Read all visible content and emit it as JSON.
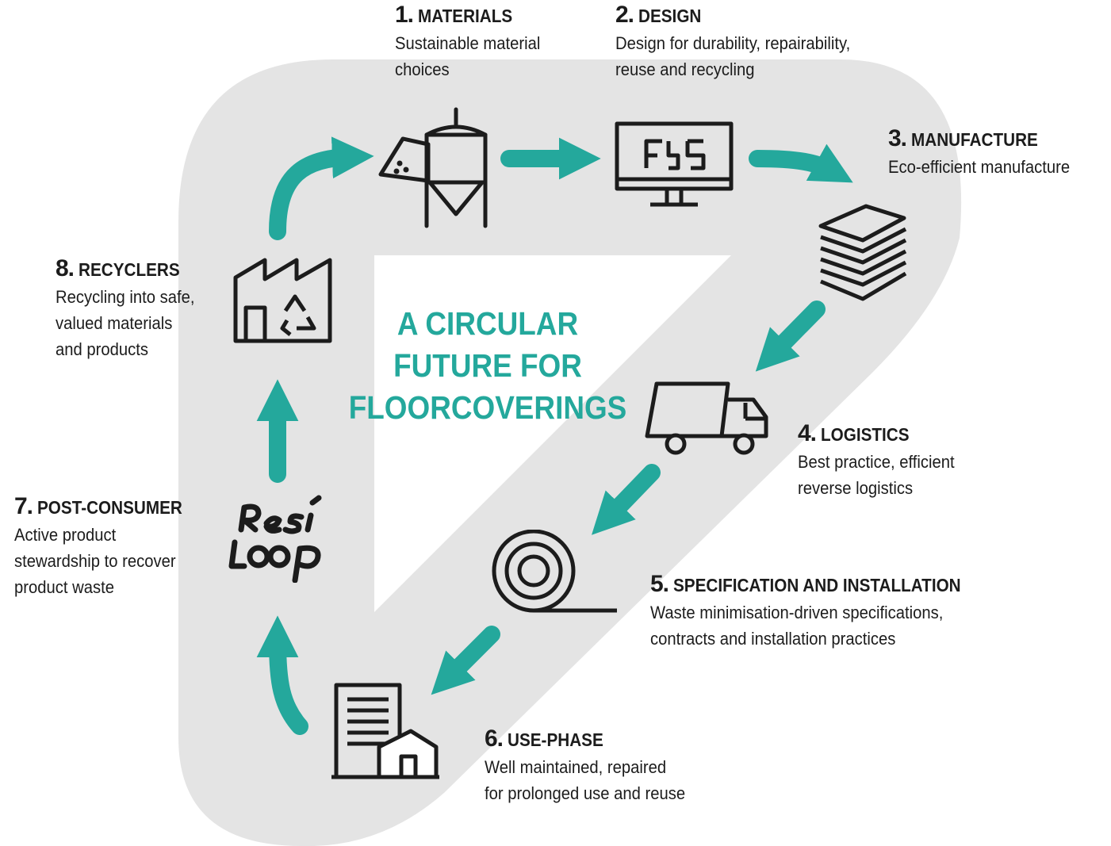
{
  "diagram": {
    "center_title": "A CIRCULAR\nFUTURE FOR\nFLOORCOVERINGS",
    "accent_color": "#24a89c",
    "band_color": "#e4e4e4",
    "stages": [
      {
        "number": "1.",
        "title": "MATERIALS",
        "description": "Sustainable material\nchoices",
        "icon": "silo-icon"
      },
      {
        "number": "2.",
        "title": "DESIGN",
        "description": "Design for durability, repairability,\nreuse and recycling",
        "icon": "computer-monitor-icon"
      },
      {
        "number": "3.",
        "title": "MANUFACTURE",
        "description": "Eco-efficient manufacture",
        "icon": "stacked-tiles-icon"
      },
      {
        "number": "4.",
        "title": "LOGISTICS",
        "description": "Best practice, efficient\nreverse logistics",
        "icon": "truck-icon"
      },
      {
        "number": "5.",
        "title": "SPECIFICATION AND INSTALLATION",
        "description": "Waste minimisation-driven specifications,\ncontracts and installation practices",
        "icon": "carpet-roll-icon"
      },
      {
        "number": "6.",
        "title": "USE-PHASE",
        "description": "Well maintained, repaired\nfor prolonged use and reuse",
        "icon": "buildings-icon"
      },
      {
        "number": "7.",
        "title": "POST-CONSUMER",
        "description": "Active product\nstewardship to recover\nproduct waste",
        "icon": "resiloop-logo"
      },
      {
        "number": "8.",
        "title": "RECYCLERS",
        "description": "Recycling into safe,\nvalued materials\nand products",
        "icon": "recycling-factory-icon"
      }
    ],
    "logo_text": "Resi Loop"
  }
}
